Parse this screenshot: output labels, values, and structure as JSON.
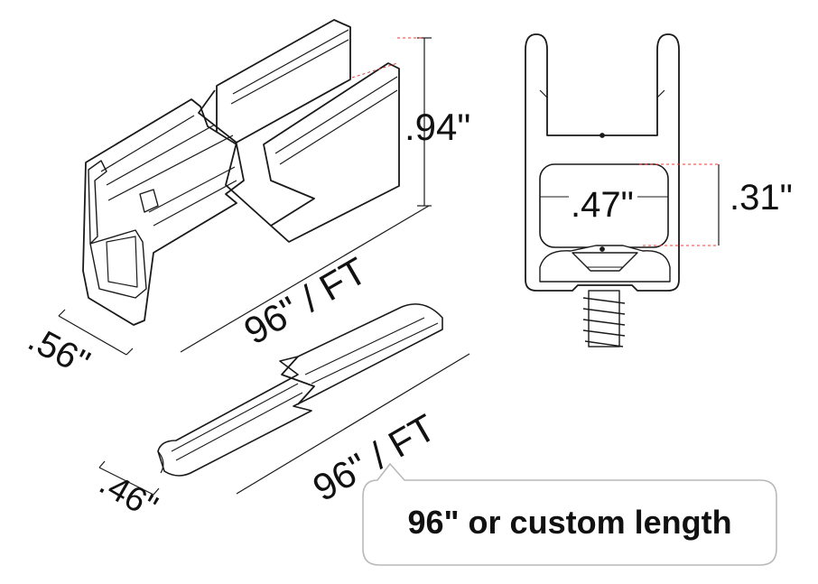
{
  "track": {
    "height_label": ".94\"",
    "width_label": ".56\"",
    "length_label": "96\" / FT"
  },
  "cross_section": {
    "inner_width_label": ".47\"",
    "inner_height_label": ".31\""
  },
  "insert": {
    "width_label": ".46\"",
    "length_label": "96\" / FT"
  },
  "callout": {
    "text": "96\" or custom length"
  },
  "colors": {
    "line": "#1a1a1a",
    "dashed_leader": "#e0403c",
    "callout_border": "#b9b9b9"
  }
}
